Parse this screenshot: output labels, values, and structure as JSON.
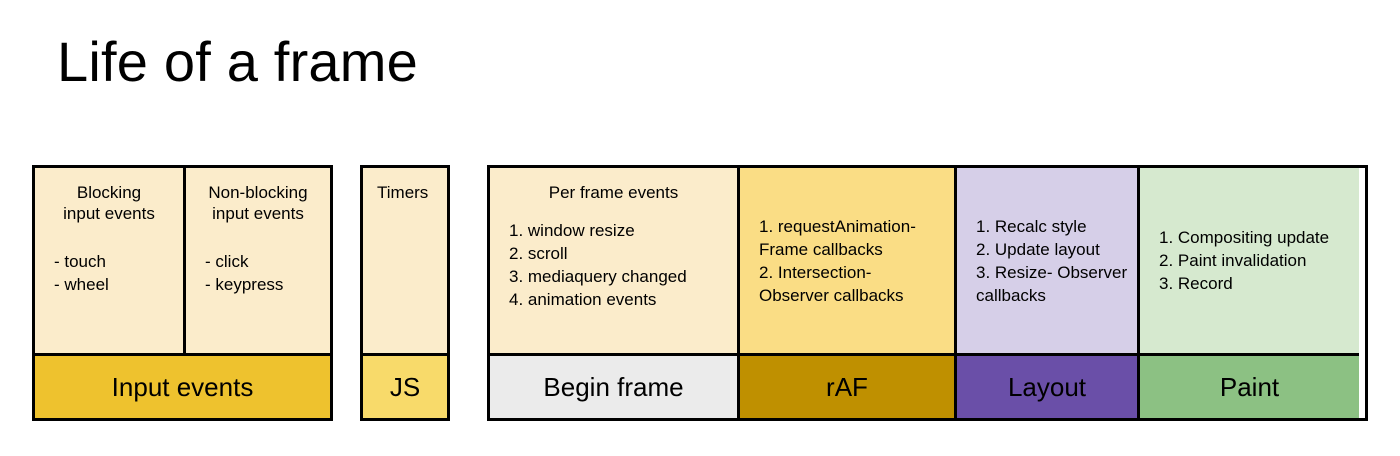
{
  "page": {
    "title": "Life of a frame"
  },
  "colors": {
    "body_cream": "#fbeccb",
    "body_amber": "#fadd85",
    "body_lavender": "#d6cfe8",
    "body_mint": "#d6e9cf",
    "footer_input_events": "#eec22e",
    "footer_js": "#f8da6a",
    "footer_begin_frame": "#ebebeb",
    "footer_raf": "#bf9000",
    "footer_layout": "#6a4fa8",
    "footer_paint": "#8cc183",
    "stroke": "#000000",
    "background": "#ffffff"
  },
  "groups": [
    {
      "id": "input-events",
      "footer_label": "Input events",
      "columns": [
        {
          "id": "blocking",
          "heading_line1": "Blocking",
          "heading_line2": "input events",
          "items": [
            "- touch",
            "- wheel"
          ]
        },
        {
          "id": "non-blocking",
          "heading_line1": "Non-blocking",
          "heading_line2": "input events",
          "items": [
            "- click",
            "- keypress"
          ]
        }
      ]
    },
    {
      "id": "js",
      "footer_label": "JS",
      "columns": [
        {
          "id": "timers",
          "heading_line1": "Timers",
          "items": []
        }
      ]
    },
    {
      "id": "frame",
      "columns": [
        {
          "id": "begin-frame",
          "footer_label": "Begin frame",
          "heading_line1": "Per frame events",
          "items": [
            "1. window resize",
            "2. scroll",
            "3. mediaquery changed",
            "4. animation events"
          ]
        },
        {
          "id": "raf",
          "footer_label": "rAF",
          "items": [
            "1. requestAnimation-\nFrame callbacks",
            "2. Intersection-\nObserver callbacks"
          ]
        },
        {
          "id": "layout",
          "footer_label": "Layout",
          "items": [
            "1. Recalc style",
            "2. Update layout",
            "3. Resize-\nObserver callbacks"
          ]
        },
        {
          "id": "paint",
          "footer_label": "Paint",
          "items": [
            "1. Compositing update",
            "2. Paint invalidation",
            "3. Record"
          ]
        }
      ]
    }
  ]
}
